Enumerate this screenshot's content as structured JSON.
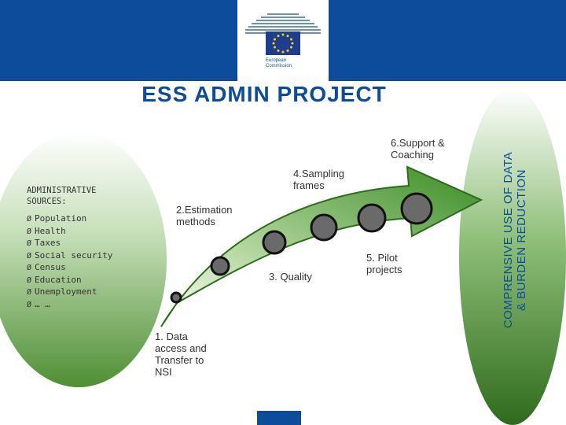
{
  "header": {
    "logo_text": "European\nCommission"
  },
  "title": "ESS ADMIN PROJECT",
  "sources": {
    "heading_line1": "ADMINISTRATIVE",
    "heading_line2": "SOURCES:",
    "bullet_glyph": "Ø",
    "items": [
      "Population",
      "Health",
      "Taxes",
      "Social security",
      "Census",
      "Education",
      "Unemployment",
      "… …"
    ]
  },
  "steps": [
    {
      "label": "1. Data access and Transfer to NSI"
    },
    {
      "label": "2.Estimation methods"
    },
    {
      "label": "3. Quality"
    },
    {
      "label": "4.Sampling frames"
    },
    {
      "label": "5. Pilot projects"
    },
    {
      "label": "6.Support & Coaching"
    }
  ],
  "vertical_banner": {
    "line1": "COMPRENSIVE USE OF DATA",
    "line2": "& BURDEN REDUCTION"
  },
  "colors": {
    "brand_blue": "#0d4c9b",
    "arrow_green": "#3a8c24",
    "ellipse_green": "#2f6b1c",
    "node_gray": "#6a6a6a"
  }
}
